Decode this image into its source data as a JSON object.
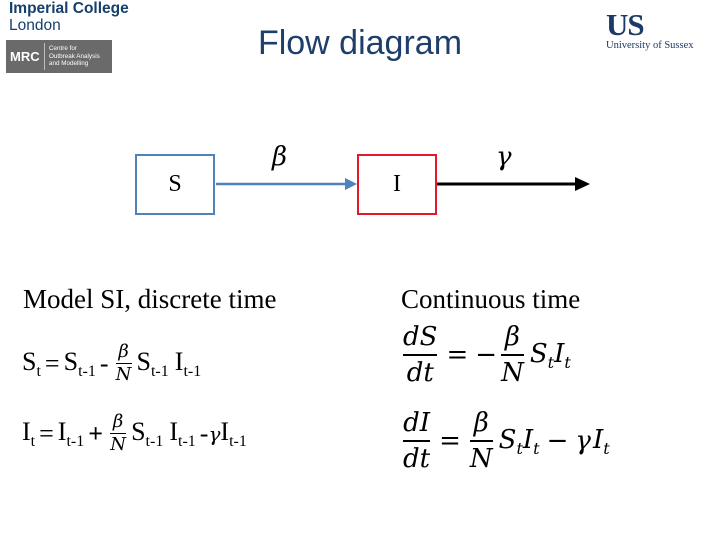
{
  "header": {
    "imperial_line1": "Imperial College",
    "imperial_line2": "London",
    "mrc_abbrev": "MRC",
    "mrc_line1": "Centre for",
    "mrc_line2": "Outbreak Analysis",
    "mrc_line3": "and Modelling",
    "title": "Flow diagram",
    "us_abbrev": "US",
    "us_name": "University of Sussex"
  },
  "diagram": {
    "compartment_s": "S",
    "compartment_i": "I",
    "rate_infection": "β",
    "rate_recovery": "γ",
    "colors": {
      "s_border": "#4f81bd",
      "i_border": "#e3192b",
      "arrow_si": "#4f81bd",
      "arrow_out": "#000000"
    }
  },
  "discrete": {
    "heading": "Model SI, discrete time",
    "eq1": {
      "lhs": "S",
      "lhs_sub": "t",
      "eq": "=",
      "t1": "S",
      "t1_sub": "t-1",
      "op": "-",
      "frac_num": "β",
      "frac_den": "N",
      "t2": "S",
      "t2_sub": "t-1",
      "t3": "I",
      "t3_sub": "t-1"
    },
    "eq2": {
      "lhs": "I",
      "lhs_sub": "t",
      "eq": "=",
      "t1": "I",
      "t1_sub": "t-1",
      "op": "+",
      "frac_num": "β",
      "frac_den": "N",
      "t2": "S",
      "t2_sub": "t-1",
      "t3": "I",
      "t3_sub": "t-1",
      "op2": "-",
      "gamma": "γ",
      "t4": "I",
      "t4_sub": "t-1"
    }
  },
  "continuous": {
    "heading": "Continuous time",
    "eq1": {
      "d_num": "dS",
      "d_den": "dt",
      "eq": "=",
      "neg": "−",
      "frac_num": "β",
      "frac_den": "N",
      "s": "S",
      "s_sub": "t",
      "i": "I",
      "i_sub": "t"
    },
    "eq2": {
      "d_num": "dI",
      "d_den": "dt",
      "eq": "=",
      "frac_num": "β",
      "frac_den": "N",
      "s": "S",
      "s_sub": "t",
      "i": "I",
      "i_sub": "t",
      "minus": "−",
      "gamma": "γ",
      "i2": "I",
      "i2_sub": "t"
    }
  }
}
